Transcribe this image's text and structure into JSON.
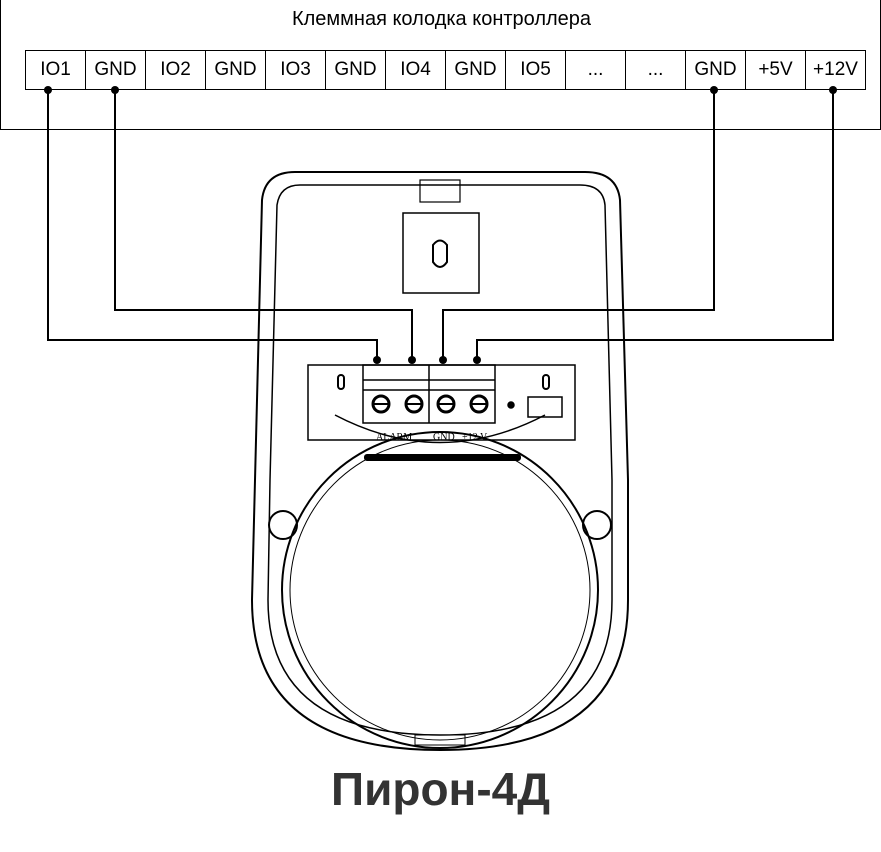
{
  "controller": {
    "title": "Клеммная колодка контроллера",
    "terminals": [
      "IO1",
      "GND",
      "IO2",
      "GND",
      "IO3",
      "GND",
      "IO4",
      "GND",
      "IO5",
      "...",
      "...",
      "GND",
      "+5V",
      "+12V"
    ]
  },
  "device": {
    "name": "Пирон-4Д",
    "terminal_labels": {
      "alarm": "ALARM",
      "gnd": "GND",
      "v12": "+12 V"
    }
  },
  "connections": [
    {
      "from": "IO1",
      "to": "ALARM-1"
    },
    {
      "from": "GND",
      "to": "ALARM-2"
    },
    {
      "from": "GND",
      "to": "GND"
    },
    {
      "from": "+12V",
      "to": "+12 V"
    }
  ]
}
